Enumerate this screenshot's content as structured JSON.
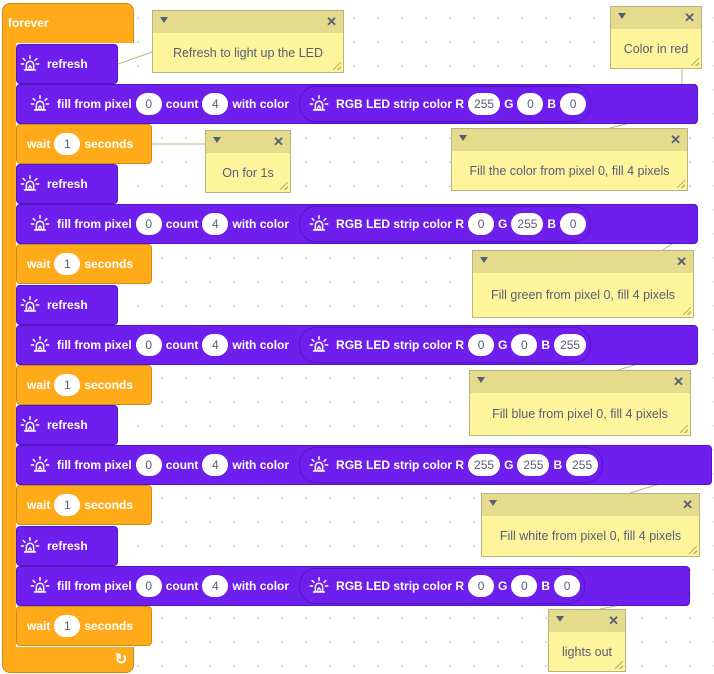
{
  "forever": {
    "label": "forever"
  },
  "labels": {
    "refresh": "refresh",
    "fill_from_pixel": "fill from pixel",
    "count": "count",
    "with_color": "with color",
    "rgb_led_strip_color_r": "RGB LED strip color R",
    "g": "G",
    "b": "B",
    "wait": "wait",
    "seconds": "seconds"
  },
  "fills": [
    {
      "pixel": "0",
      "count": "4",
      "r": "255",
      "g": "0",
      "b": "0"
    },
    {
      "pixel": "0",
      "count": "4",
      "r": "0",
      "g": "255",
      "b": "0"
    },
    {
      "pixel": "0",
      "count": "4",
      "r": "0",
      "g": "0",
      "b": "255"
    },
    {
      "pixel": "0",
      "count": "4",
      "r": "255",
      "g": "255",
      "b": "255"
    },
    {
      "pixel": "0",
      "count": "4",
      "r": "0",
      "g": "0",
      "b": "0"
    }
  ],
  "waits": [
    "1",
    "1",
    "1",
    "1",
    "1"
  ],
  "comments": {
    "refresh_note": "Refresh to light up the LED",
    "red_note": "Color in red",
    "fill_red_note": "Fill the color from pixel 0, fill 4 pixels",
    "on_note": "On for 1s",
    "green_note": "Fill green from pixel 0, fill 4 pixels",
    "blue_note": "Fill blue from pixel 0, fill 4 pixels",
    "white_note": "Fill white from pixel 0, fill 4 pixels",
    "out_note": "lights out"
  },
  "colors": {
    "event_orange": "#ffab19",
    "extension_purple": "#6e1fee",
    "comment_yellow": "#fef49c",
    "comment_header": "#e4db8c"
  },
  "icons": {
    "led": "led-light-icon",
    "loop": "loop-arrow-icon",
    "comment_collapse": "triangle-down-icon",
    "comment_close": "close-icon"
  }
}
